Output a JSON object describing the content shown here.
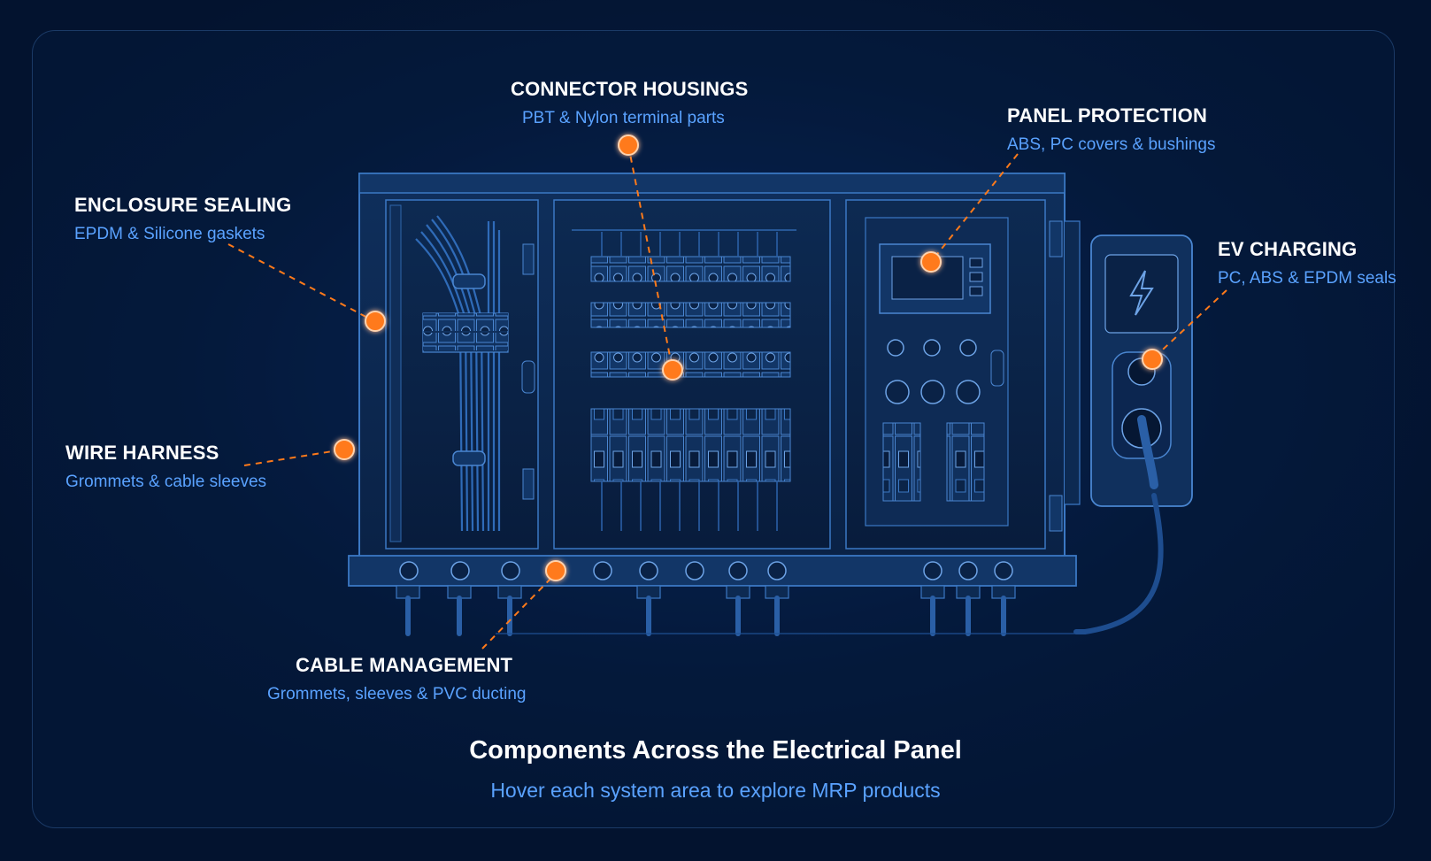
{
  "callouts": {
    "connector_housings": {
      "title": "CONNECTOR HOUSINGS",
      "subtitle": "PBT & Nylon terminal parts"
    },
    "panel_protection": {
      "title": "PANEL PROTECTION",
      "subtitle": "ABS, PC covers & bushings"
    },
    "enclosure_sealing": {
      "title": "ENCLOSURE SEALING",
      "subtitle": "EPDM & Silicone gaskets"
    },
    "ev_charging": {
      "title": "EV CHARGING",
      "subtitle": "PC, ABS & EPDM seals"
    },
    "wire_harness": {
      "title": "WIRE HARNESS",
      "subtitle": "Grommets & cable sleeves"
    },
    "cable_management": {
      "title": "CABLE MANAGEMENT",
      "subtitle": "Grommets, sleeves & PVC ducting"
    }
  },
  "footer": {
    "title": "Components Across the Electrical Panel",
    "subtitle": "Hover each system area to explore MRP products"
  },
  "colors": {
    "background": "#03132f",
    "panel_line": "#3b78c4",
    "accent_orange": "#ff7a1a",
    "title_text": "#ffffff",
    "subtitle_text": "#5aa2ff"
  },
  "icons": {
    "ev_charger_screen": "lightning-bolt-icon"
  }
}
